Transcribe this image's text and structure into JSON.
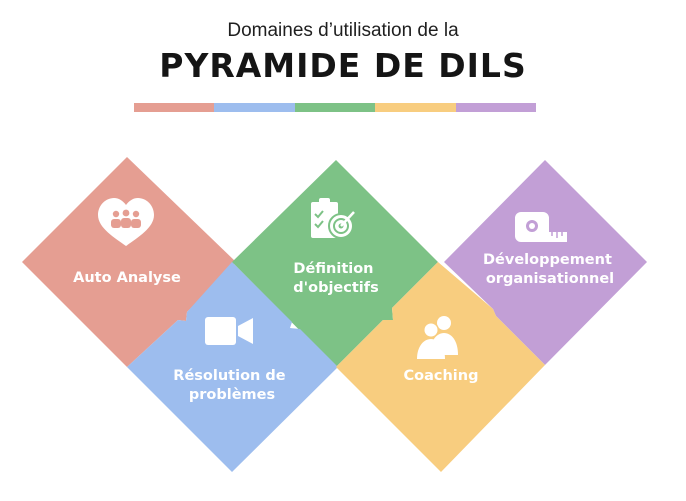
{
  "header": {
    "subtitle": "Domaines d’utilisation de la",
    "title": "PYRAMIDE DE DILS"
  },
  "color_bar": [
    "#e59e92",
    "#9dbdee",
    "#7dc286",
    "#f8cd7f",
    "#c29fd6"
  ],
  "domains": [
    {
      "lines": [
        "Auto Analyse"
      ],
      "color": "#e59e92",
      "icon": "heart-people-icon"
    },
    {
      "lines": [
        "Résolution de",
        "problèmes"
      ],
      "color": "#9dbdee",
      "icon": "video-camera-icon"
    },
    {
      "lines": [
        "Définition",
        "d'objectifs"
      ],
      "color": "#7dc286",
      "icon": "clipboard-target-icon"
    },
    {
      "lines": [
        "Coaching"
      ],
      "color": "#f8cd7f",
      "icon": "people-group-icon"
    },
    {
      "lines": [
        "Développement",
        "organisationnel"
      ],
      "color": "#c29fd6",
      "icon": "measuring-tape-icon"
    }
  ]
}
